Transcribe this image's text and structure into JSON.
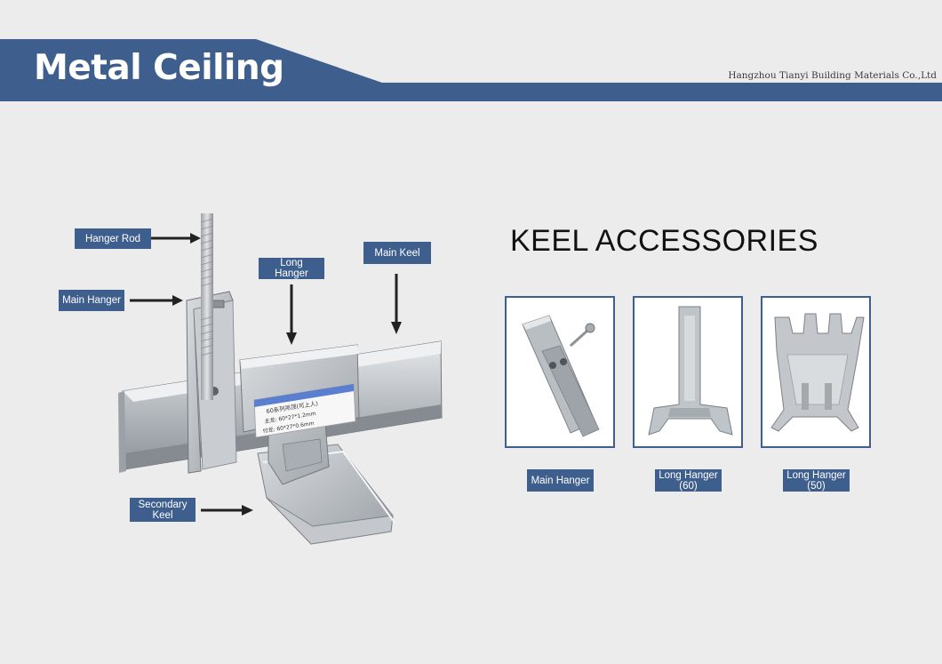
{
  "header": {
    "title": "Metal Ceiling",
    "company": "Hangzhou Tianyi Building Materials Co.,Ltd"
  },
  "diagram": {
    "labels": {
      "hanger_rod": "Hanger Rod",
      "main_hanger": "Main Hanger",
      "long_hanger": "Long Hanger",
      "main_keel": "Main Keel",
      "secondary_keel_line1": "Secondary",
      "secondary_keel_line2": "Keel"
    },
    "tag": {
      "line1": "60系列吊顶(可上人)",
      "line2": "主龙: 60*27*1.2mm",
      "line3": "付龙: 60*27*0.6mm"
    }
  },
  "accessories": {
    "heading": "KEEL ACCESSORIES",
    "items": [
      {
        "line1": "Main Hanger",
        "line2": ""
      },
      {
        "line1": "Long Hanger",
        "line2": "(60)"
      },
      {
        "line1": "Long Hanger",
        "line2": "(50)"
      }
    ]
  },
  "colors": {
    "banner_blue": "#3e5f8d",
    "background": "#ececec",
    "frame_border": "#3f5f8f"
  }
}
